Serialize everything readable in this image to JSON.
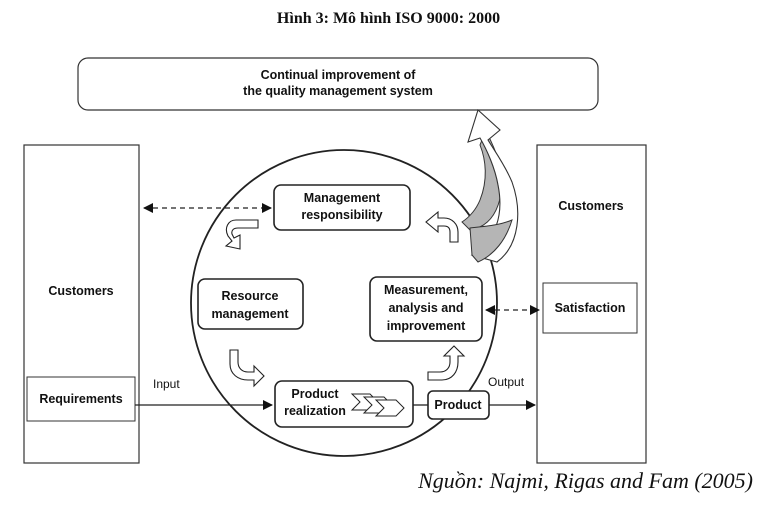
{
  "title": "Hình 3: Mô hình ISO 9000: 2000",
  "source": "Nguồn: Najmi, Rigas and Fam (2005)",
  "diagram": {
    "improvement": [
      "Continual improvement of",
      "the quality management system"
    ],
    "left_customers": "Customers",
    "requirements": "Requirements",
    "right_customers": "Customers",
    "satisfaction": "Satisfaction",
    "management": [
      "Management",
      "responsibility"
    ],
    "resource": [
      "Resource",
      "management"
    ],
    "measurement": [
      "Measurement,",
      "analysis and",
      "improvement"
    ],
    "realization": [
      "Product",
      "realization"
    ],
    "product": "Product",
    "input_label": "Input",
    "output_label": "Output"
  }
}
